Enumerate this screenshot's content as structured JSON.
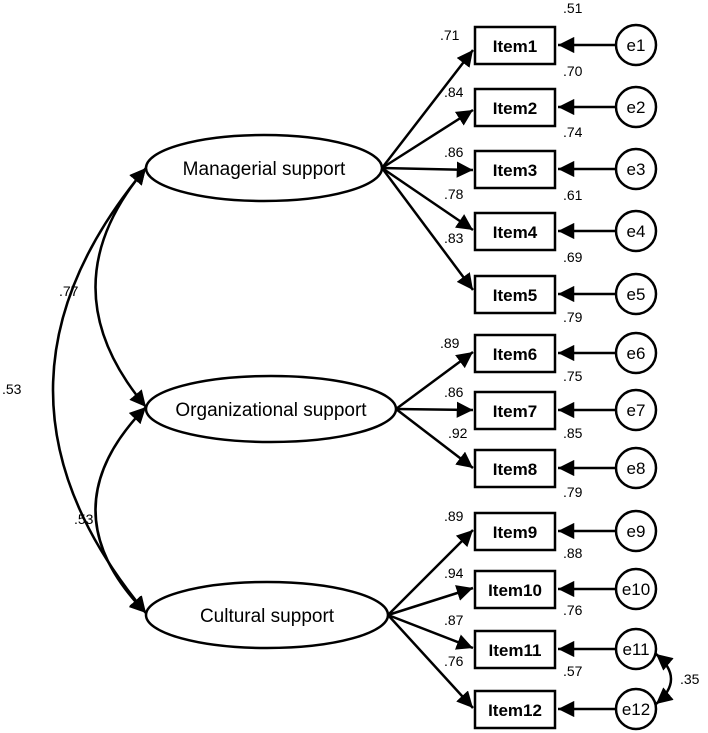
{
  "factors": [
    {
      "id": "managerial",
      "label": "Managerial support"
    },
    {
      "id": "organizational",
      "label": "Organizational support"
    },
    {
      "id": "cultural",
      "label": "Cultural support"
    }
  ],
  "items": [
    {
      "label": "Item1",
      "error": "e1",
      "factor": "managerial",
      "loading": ".71",
      "r2": ".51"
    },
    {
      "label": "Item2",
      "error": "e2",
      "factor": "managerial",
      "loading": ".84",
      "r2": ".70"
    },
    {
      "label": "Item3",
      "error": "e3",
      "factor": "managerial",
      "loading": ".86",
      "r2": ".74"
    },
    {
      "label": "Item4",
      "error": "e4",
      "factor": "managerial",
      "loading": ".78",
      "r2": ".61"
    },
    {
      "label": "Item5",
      "error": "e5",
      "factor": "managerial",
      "loading": ".83",
      "r2": ".69"
    },
    {
      "label": "Item6",
      "error": "e6",
      "factor": "organizational",
      "loading": ".89",
      "r2": ".79"
    },
    {
      "label": "Item7",
      "error": "e7",
      "factor": "organizational",
      "loading": ".86",
      "r2": ".75"
    },
    {
      "label": "Item8",
      "error": "e8",
      "factor": "organizational",
      "loading": ".92",
      "r2": ".85"
    },
    {
      "label": "Item9",
      "error": "e9",
      "factor": "cultural",
      "loading": ".89",
      "r2": ".79"
    },
    {
      "label": "Item10",
      "error": "e10",
      "factor": "cultural",
      "loading": ".94",
      "r2": ".88"
    },
    {
      "label": "Item11",
      "error": "e11",
      "factor": "cultural",
      "loading": ".87",
      "r2": ".76"
    },
    {
      "label": "Item12",
      "error": "e12",
      "factor": "cultural",
      "loading": ".76",
      "r2": ".57"
    }
  ],
  "factor_correlations": {
    "managerial_organizational": ".77",
    "managerial_cultural": ".53",
    "organizational_cultural": ".53"
  },
  "error_covariance": {
    "from": "e11",
    "to": "e12",
    "value": ".35"
  }
}
